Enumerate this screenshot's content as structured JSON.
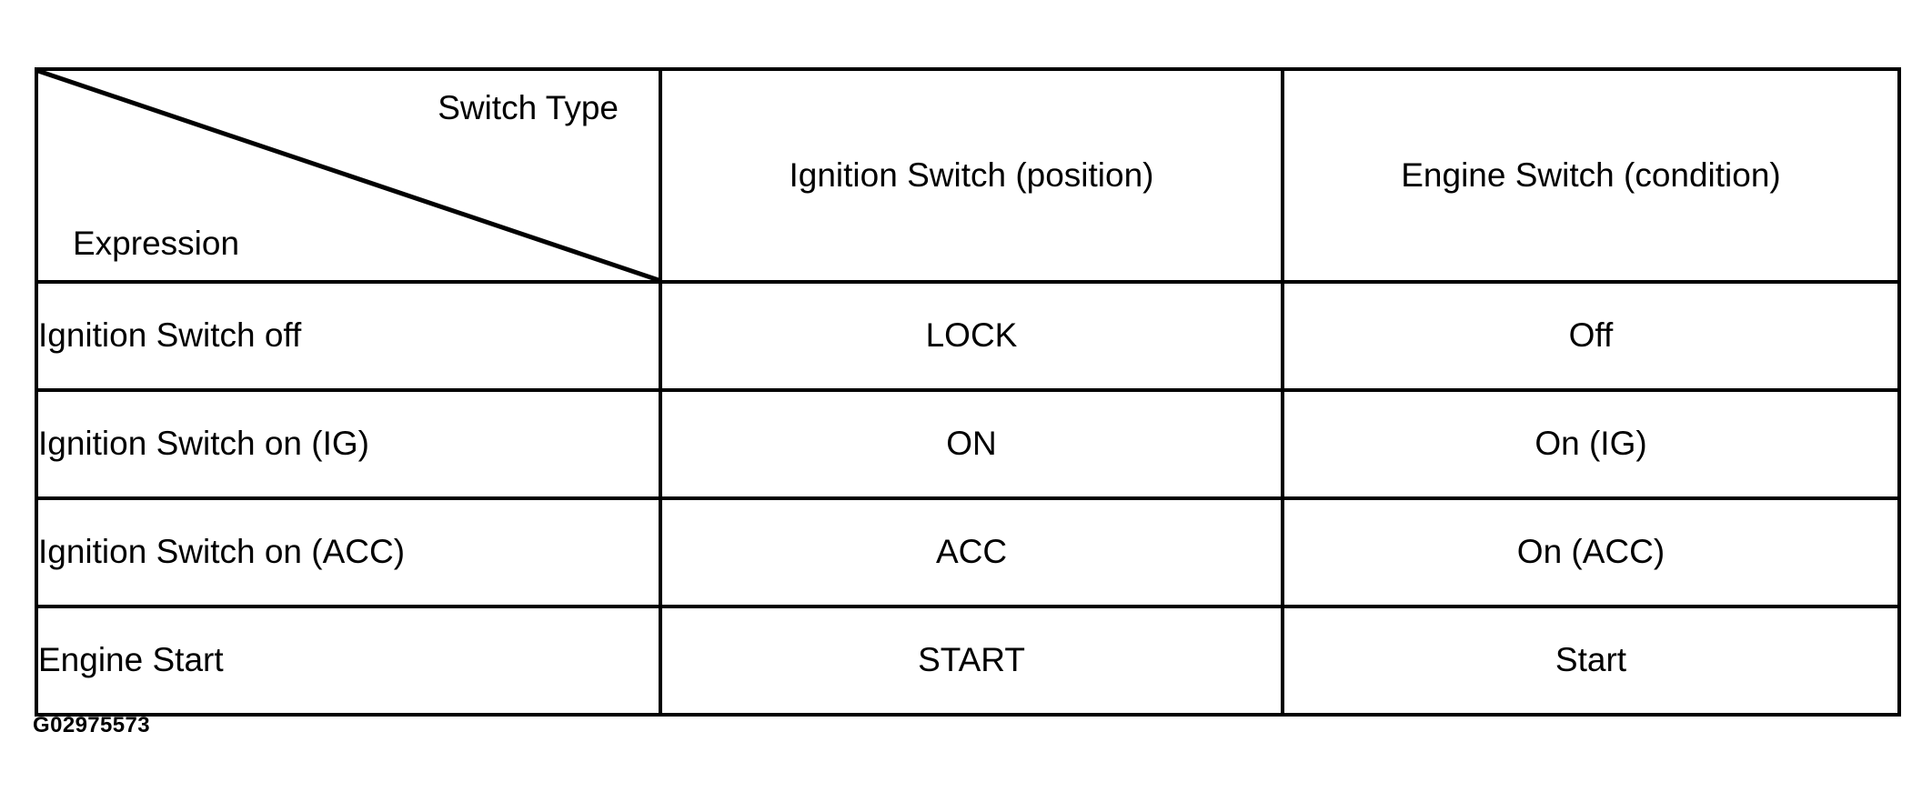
{
  "figure": {
    "caption": "G02975573",
    "background_color": "#ffffff",
    "line_color": "#000000"
  },
  "table": {
    "corner": {
      "top_label": "Switch Type",
      "bottom_label": "Expression",
      "divider": "diagonal-line"
    },
    "columns": [
      {
        "key": "expression",
        "header": "Expression"
      },
      {
        "key": "ignition_switch",
        "header": "Ignition Switch (position)"
      },
      {
        "key": "engine_switch",
        "header": "Engine Switch (condition)"
      }
    ],
    "rows": [
      {
        "expression": "Ignition Switch off",
        "ignition_switch": "LOCK",
        "engine_switch": "Off"
      },
      {
        "expression": "Ignition Switch on (IG)",
        "ignition_switch": "ON",
        "engine_switch": "On (IG)"
      },
      {
        "expression": "Ignition Switch on (ACC)",
        "ignition_switch": "ACC",
        "engine_switch": "On (ACC)"
      },
      {
        "expression": "Engine Start",
        "ignition_switch": "START",
        "engine_switch": "Start"
      }
    ]
  }
}
